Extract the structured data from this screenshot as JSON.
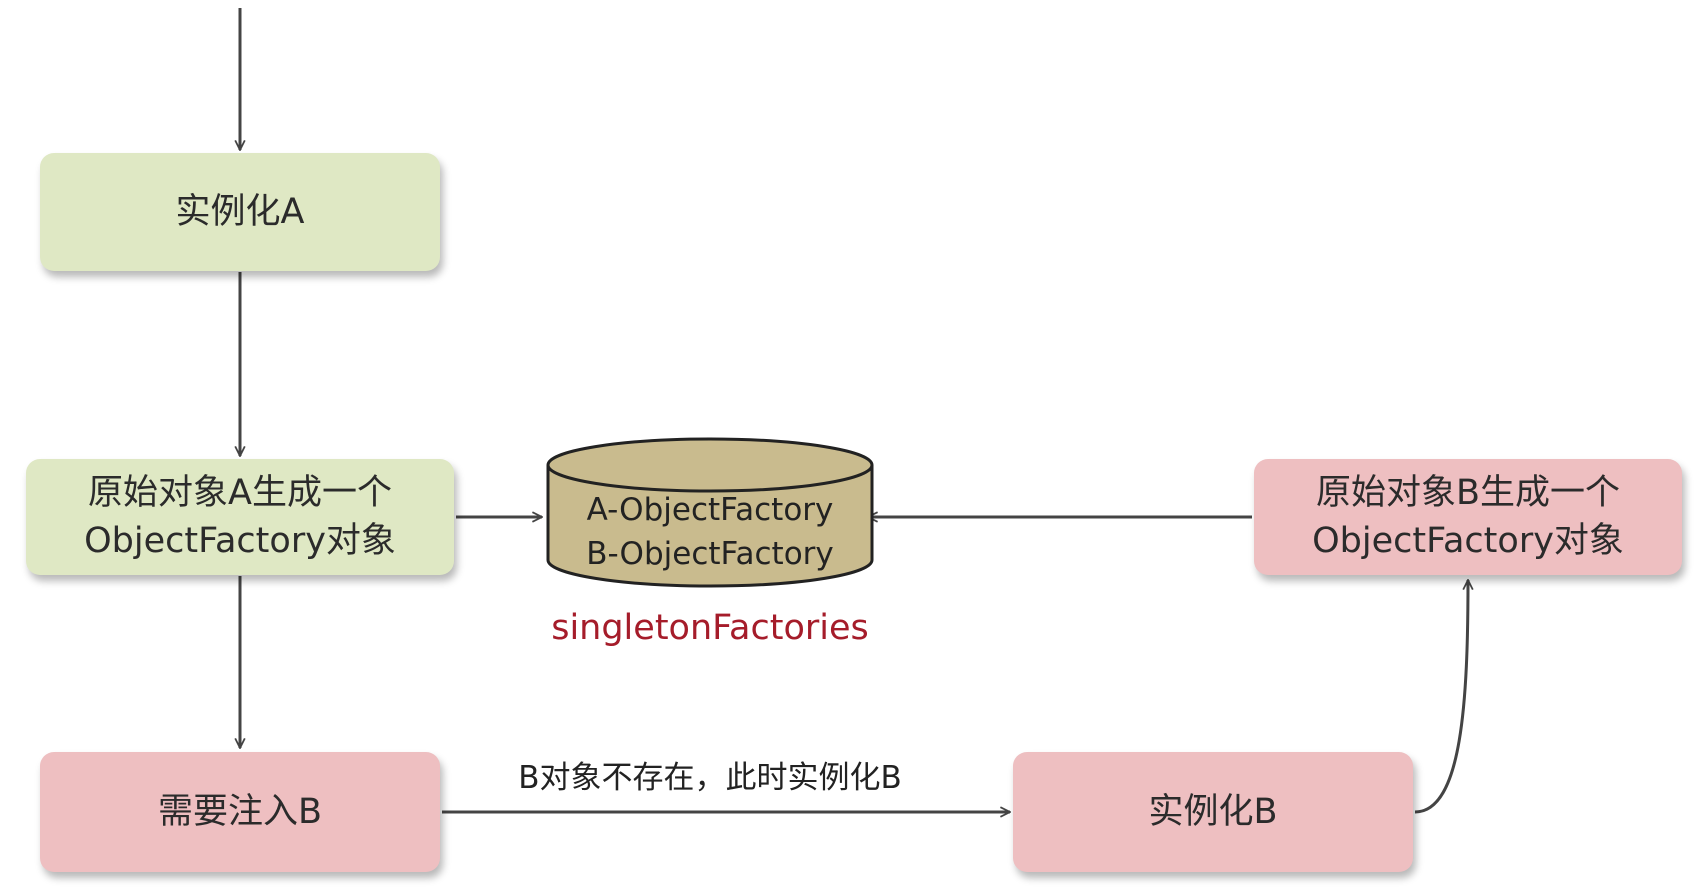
{
  "nodes": {
    "instantiate_a": "实例化A",
    "object_factory_a": [
      "原始对象A生成一个",
      "ObjectFactory对象"
    ],
    "inject_b": "需要注入B",
    "instantiate_b": "实例化B",
    "object_factory_b": [
      "原始对象B生成一个",
      "ObjectFactory对象"
    ]
  },
  "store": {
    "entries": [
      "A-ObjectFactory",
      "B-ObjectFactory"
    ],
    "name": "singletonFactories"
  },
  "edges": {
    "inject_to_instantiate_b_label": "B对象不存在，此时实例化B"
  },
  "colors": {
    "green_box": "#dfe8c4",
    "pink_box": "#eebfc1",
    "cylinder_fill": "#c9bb8e",
    "store_name": "#a51c2a",
    "arrow": "#444444"
  }
}
